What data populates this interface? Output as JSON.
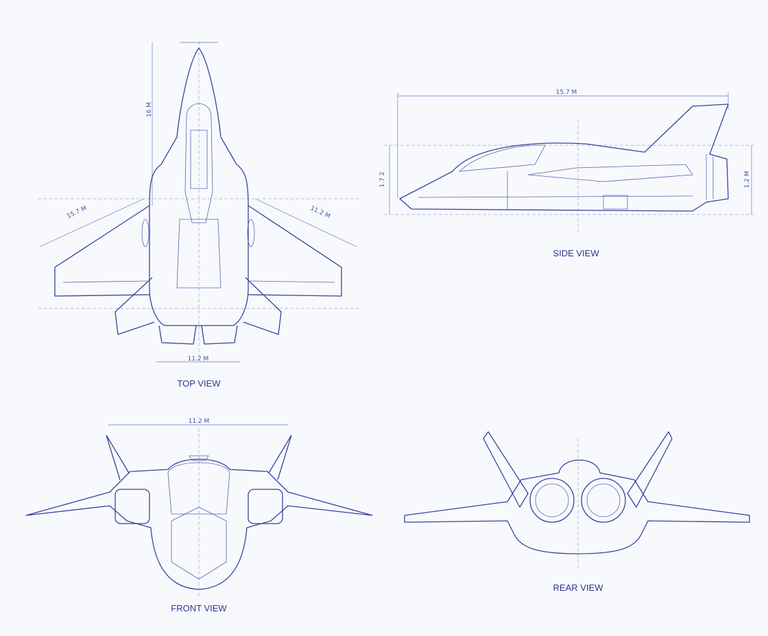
{
  "colors": {
    "line": "#3b3f9e",
    "dimension": "#8c93d0",
    "background": "#f8f9fc"
  },
  "views": {
    "top": {
      "title": "TOP VIEW",
      "length": "16 M",
      "left_wing": "15.7 M",
      "right_wing": "11.2 M",
      "width": "11.2 M"
    },
    "side": {
      "title": "SIDE VIEW",
      "length": "15.7 M",
      "height_left": "1.7 2",
      "height_right": "1.2 M"
    },
    "front": {
      "title": "FRONT VIEW",
      "span": "11.2 M"
    },
    "rear": {
      "title": "REAR VIEW"
    }
  }
}
